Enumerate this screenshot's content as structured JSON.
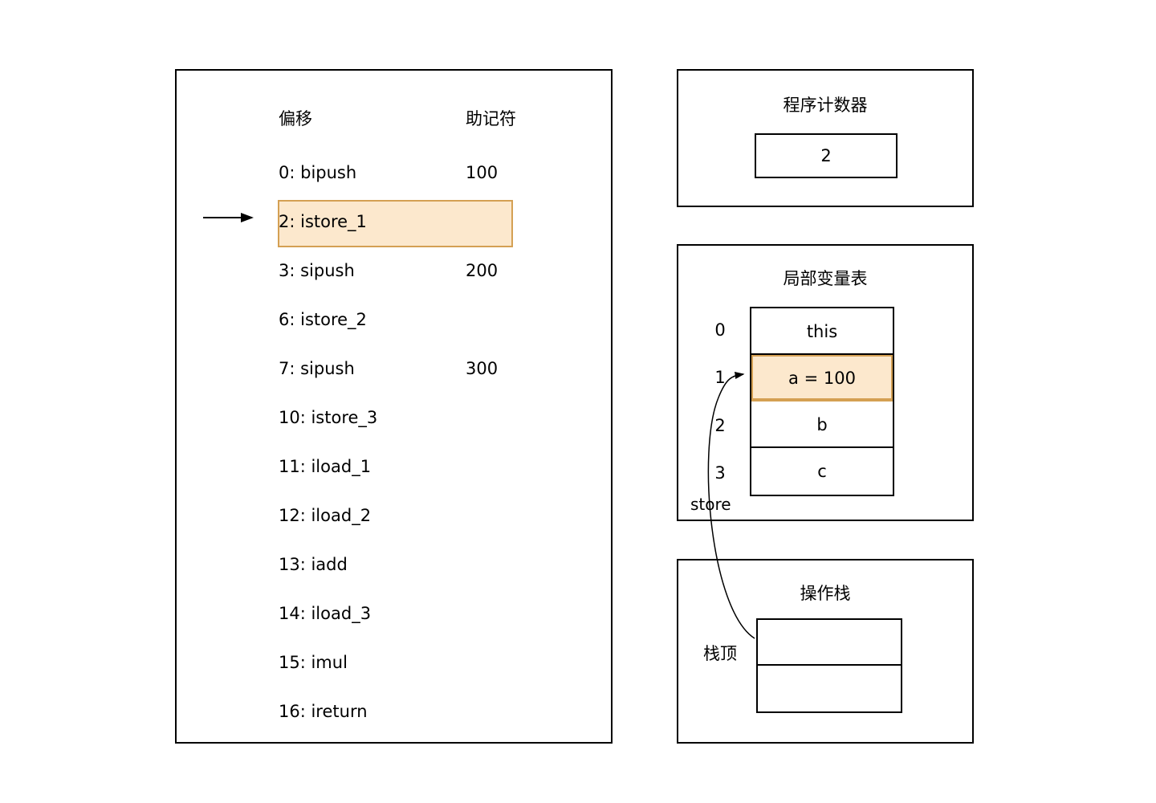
{
  "colors": {
    "highlight_fill": "#fce8cd",
    "highlight_border": "#d4a053",
    "line": "#000000"
  },
  "bytecode": {
    "header": {
      "offset_label": "偏移",
      "mnemonic_label": "助记符"
    },
    "rows": [
      {
        "offset": "0: bipush",
        "operand": "100",
        "highlighted": false
      },
      {
        "offset": "2: istore_1",
        "operand": "",
        "highlighted": true
      },
      {
        "offset": "3: sipush",
        "operand": "200",
        "highlighted": false
      },
      {
        "offset": "6: istore_2",
        "operand": "",
        "highlighted": false
      },
      {
        "offset": "7: sipush",
        "operand": "300",
        "highlighted": false
      },
      {
        "offset": "10: istore_3",
        "operand": "",
        "highlighted": false
      },
      {
        "offset": "11: iload_1",
        "operand": "",
        "highlighted": false
      },
      {
        "offset": "12: iload_2",
        "operand": "",
        "highlighted": false
      },
      {
        "offset": "13: iadd",
        "operand": "",
        "highlighted": false
      },
      {
        "offset": "14: iload_3",
        "operand": "",
        "highlighted": false
      },
      {
        "offset": "15: imul",
        "operand": "",
        "highlighted": false
      },
      {
        "offset": "16: ireturn",
        "operand": "",
        "highlighted": false
      }
    ]
  },
  "program_counter": {
    "title": "程序计数器",
    "value": "2"
  },
  "local_variables": {
    "title": "局部变量表",
    "slots": [
      {
        "index": "0",
        "value": "this",
        "highlighted": false
      },
      {
        "index": "1",
        "value": "a = 100",
        "highlighted": true
      },
      {
        "index": "2",
        "value": "b",
        "highlighted": false
      },
      {
        "index": "3",
        "value": "c",
        "highlighted": false
      }
    ],
    "store_label": "store"
  },
  "operand_stack": {
    "title": "操作栈",
    "top_label": "栈顶",
    "slots": [
      "",
      ""
    ]
  }
}
